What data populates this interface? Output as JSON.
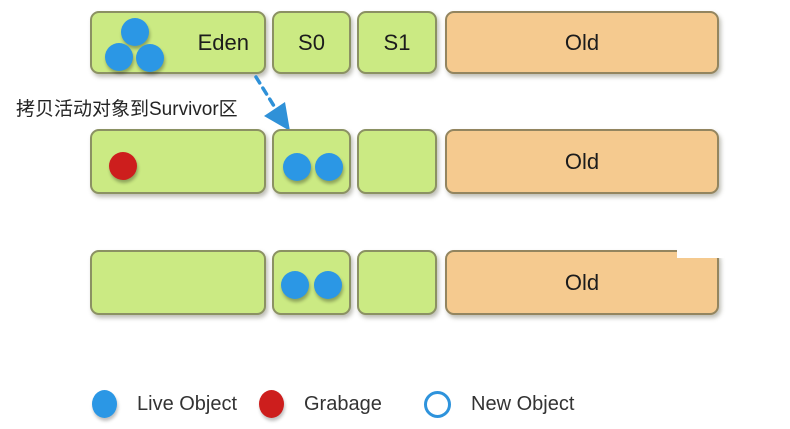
{
  "diagram": {
    "annotation": "拷贝活动对象到Survivor区",
    "rows": [
      {
        "boxes": [
          {
            "label": "Eden",
            "region": "eden",
            "objects": [
              "live",
              "live",
              "live"
            ]
          },
          {
            "label": "S0",
            "region": "survivor-0",
            "objects": []
          },
          {
            "label": "S1",
            "region": "survivor-1",
            "objects": []
          },
          {
            "label": "Old",
            "region": "old",
            "objects": []
          }
        ]
      },
      {
        "boxes": [
          {
            "label": "",
            "region": "eden",
            "objects": [
              "garbage"
            ]
          },
          {
            "label": "",
            "region": "survivor-0",
            "objects": [
              "live",
              "live"
            ]
          },
          {
            "label": "",
            "region": "survivor-1",
            "objects": []
          },
          {
            "label": "Old",
            "region": "old",
            "objects": []
          }
        ]
      },
      {
        "boxes": [
          {
            "label": "",
            "region": "eden",
            "objects": []
          },
          {
            "label": "",
            "region": "survivor-0",
            "objects": [
              "live",
              "live"
            ]
          },
          {
            "label": "",
            "region": "survivor-1",
            "objects": []
          },
          {
            "label": "Old",
            "region": "old",
            "objects": []
          }
        ]
      }
    ]
  },
  "legend": {
    "items": [
      {
        "swatch": "live",
        "label": "Live Object"
      },
      {
        "swatch": "garbage",
        "label": "Grabage"
      },
      {
        "swatch": "new",
        "label": "New Object"
      }
    ]
  },
  "colors": {
    "young_gen_fill": "#cbea83",
    "young_gen_border": "#8b9163",
    "old_gen_fill": "#f5ca8f",
    "old_gen_border": "#93855f",
    "live_object": "#2b97e5",
    "garbage_object": "#cd1e1d",
    "new_object_ring": "#2e93dc",
    "arrow": "#2f91d8",
    "text": "#1c1c1c"
  }
}
